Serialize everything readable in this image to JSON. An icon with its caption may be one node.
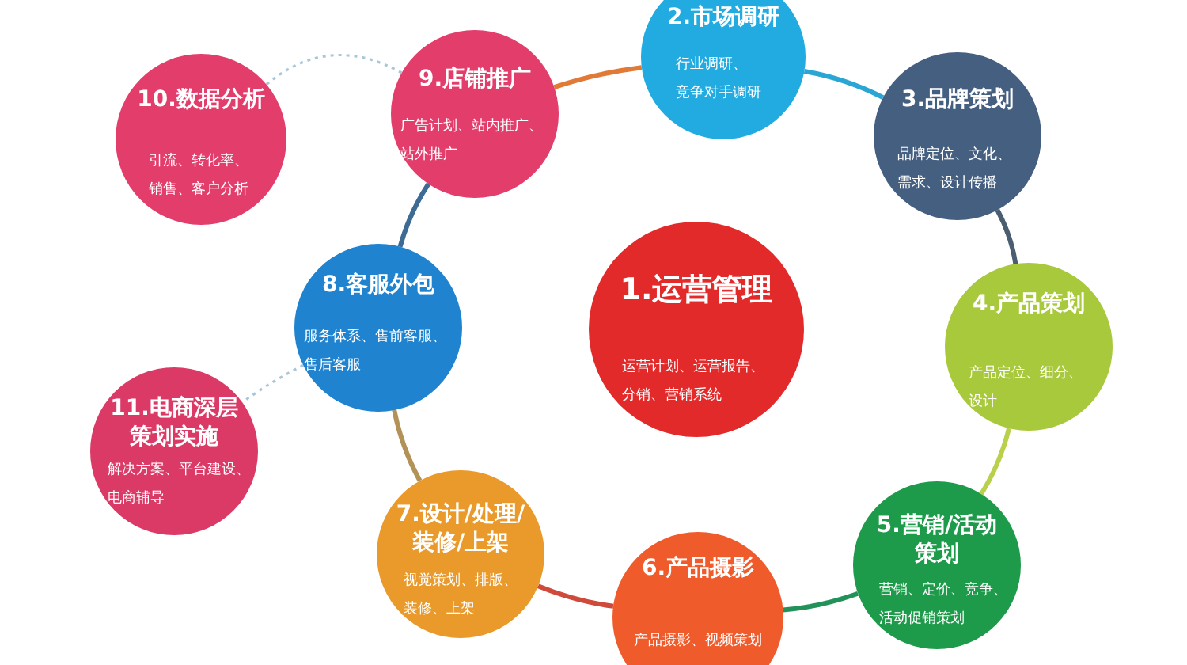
{
  "diagram": {
    "nodes": [
      {
        "text": [
          "1.运营管理",
          "运营计划、运营报告、分销、营销系统"
        ]
      },
      {
        "text": [
          "2.市场调研",
          "行业调研、竞争对手调研"
        ]
      },
      {
        "text": [
          "3.品牌策划",
          "品牌定位、文化、需求、设计传播"
        ]
      },
      {
        "text": [
          "4.产品策划",
          "产品定位、细分、设计"
        ]
      },
      {
        "text": [
          "5.营销/活动策划",
          "营销、定价、竞争、活动促销策划"
        ]
      },
      {
        "text": [
          "6.产品摄影",
          "产品摄影、视频策划"
        ]
      },
      {
        "text": [
          "7.设计/处理/装修/上架",
          "视觉策划、排版、装修、上架"
        ]
      },
      {
        "text": [
          "8.客服外包",
          "服务体系、售前客服、售后客服"
        ]
      },
      {
        "text": [
          "9.店铺推广",
          "广告计划、站内推广、站外推广"
        ]
      },
      {
        "text": [
          "10.数据分析",
          "引流、转化率、销售、客户分析"
        ]
      },
      {
        "text": [
          "11.电商深层策划实施",
          "解决方案、平台建设、电商辅导"
        ]
      }
    ],
    "edges": [
      {
        "from": 8,
        "to": 1,
        "arrow": "none",
        "color": "#e07a36"
      },
      {
        "from": 1,
        "to": 2,
        "arrow": "none",
        "color": "#2aa6d5"
      },
      {
        "from": 2,
        "to": 3,
        "arrow": "none",
        "color": "#4b5d70"
      },
      {
        "from": 3,
        "to": 4,
        "arrow": "none",
        "color": "#b9d04a"
      },
      {
        "from": 4,
        "to": 5,
        "arrow": "none",
        "color": "#23915a"
      },
      {
        "from": 5,
        "to": 6,
        "arrow": "none",
        "color": "#cf4a3a"
      },
      {
        "from": 6,
        "to": 7,
        "arrow": "none",
        "color": "#b39258"
      },
      {
        "from": 7,
        "to": 8,
        "arrow": "none",
        "color": "#3e6b94"
      },
      {
        "from": 8,
        "to": 9,
        "arrow": "none",
        "style": "dashed",
        "color": "#a8c7d8"
      },
      {
        "from": 7,
        "to": 10,
        "arrow": "none",
        "style": "dashed",
        "color": "#a8c7d8"
      }
    ]
  }
}
